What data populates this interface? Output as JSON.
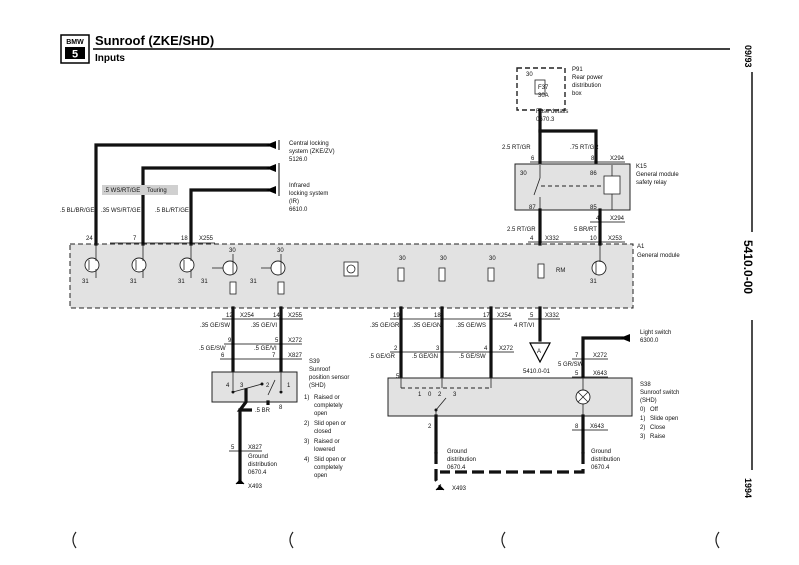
{
  "header": {
    "logo_top": "BMW",
    "logo_num": "5",
    "title": "Sunroof (ZKE/SHD)",
    "subtitle": "Inputs"
  },
  "margin": {
    "date": "09/93",
    "doc_number": "5410.0-00",
    "year": "1994"
  },
  "wire_labels": {
    "bl_br_ge": ".5 BL/BR/GE",
    "ws_rt_ge_5": ".5 WS/RT/GE",
    "touring": "Touring",
    "ws_rt_ge_35": ".35 WS/RT/GE",
    "bl_rt_ge": ".5 BL/RT/GE",
    "pin24": "24",
    "pin7": "7",
    "pin18": "18",
    "x255_top": "X255",
    "rt_gr_25": "2.5 RT/GR",
    "rt_gr_75": ".75 RT/GR",
    "pin6_top": "6",
    "pin8_top": "8",
    "x294_top": "X294",
    "rt_gr_25b": "2.5 RT/GR",
    "br_rt_5": "5 BR/RT",
    "pin4_mid": "4",
    "pin10_mid": "10",
    "x332_top": "X332",
    "x253": "X253",
    "x294_mid": "X294",
    "pin4_relay": "4",
    "pin12": "12",
    "pin14": "14",
    "x254_left": "X254",
    "x255_left": "X255",
    "ge_sw_35": ".35 GE/SW",
    "ge_vi_35": ".35 GE/VI",
    "pin9": "9",
    "pin5_a": "5",
    "x272_left": "X272",
    "ge_sw_5": ".5 GE/SW",
    "ge_vi_5": ".5 GE/VI",
    "pin6_b": "6",
    "pin7_b": "7",
    "x827_top": "X827",
    "pin19": "19",
    "pin18b": "18",
    "pin17": "17",
    "x254_right": "X254",
    "ge_gr_35": ".35 GE/GR",
    "ge_gn_35": ".35 GE/GN",
    "ge_ws_35": ".35 GE/WS",
    "pin2": "2",
    "pin3": "3",
    "pin4b": "4",
    "x272_right": "X272",
    "ge_gr_5": ".5 GE/GR",
    "ge_gn_5": ".5 GE/GN",
    "ge_sw_5b": ".5 GE/SW",
    "pin5_rt": "5",
    "rt_vi_4": "4 RT/VI",
    "ref_5410": "5410.0-01",
    "pin7_ls": "7",
    "x272_ls": "X272",
    "gr_sw_5": "5 GR/SW",
    "pin5_ls": "5",
    "x643_top": "X643",
    "br_5": ".5 BR",
    "pin8_s39": "8",
    "pin5_bot": "5",
    "x827_bot": "X827",
    "pin2_bot": "2",
    "pin8_bot": "8",
    "x643_bot": "X643",
    "x493_left": "X493",
    "x493_right": "X493"
  },
  "components": {
    "central_locking": [
      "Central locking",
      "system (ZKE/ZV)",
      "5126.0"
    ],
    "infrared": [
      "Infrared",
      "locking system",
      "(IR)",
      "6610.0"
    ],
    "p91": [
      "P91",
      "Rear power",
      "distribution",
      "box"
    ],
    "fuse_num": "30",
    "fuse_id": "F37",
    "fuse_amp": "30A",
    "fuse_details": [
      "Fuse details",
      "0670.3"
    ],
    "k15": [
      "K15",
      "General module",
      "safety relay"
    ],
    "a1": [
      "A1",
      "General module"
    ],
    "light_switch": [
      "Light switch",
      "6300.0"
    ],
    "s39": [
      "S39",
      "Sunroof",
      "position sensor",
      "(SHD)"
    ],
    "s39_pos": [
      "1)",
      "Raised or",
      "completely",
      "open",
      "2)",
      "Slid open or",
      "closed",
      "3)",
      "Raised or",
      "lowered",
      "4)",
      "Slid open or",
      "completely",
      "open"
    ],
    "s38": [
      "S38",
      "Sunroof switch",
      "(SHD)"
    ],
    "s38_pos": [
      "0)",
      "Off",
      "1)",
      "Slide open",
      "2)",
      "Close",
      "3)",
      "Raise"
    ],
    "ground_left": [
      "Ground",
      "distribution",
      "0670.4"
    ],
    "ground_mid": [
      "Ground",
      "distribution",
      "0670.4"
    ],
    "ground_right": [
      "Ground",
      "distribution",
      "0670.4"
    ],
    "rm": "RM",
    "k30": "30",
    "k86": "86",
    "k87": "87",
    "k85": "85",
    "a1_30": "30",
    "a1_31": "31"
  }
}
